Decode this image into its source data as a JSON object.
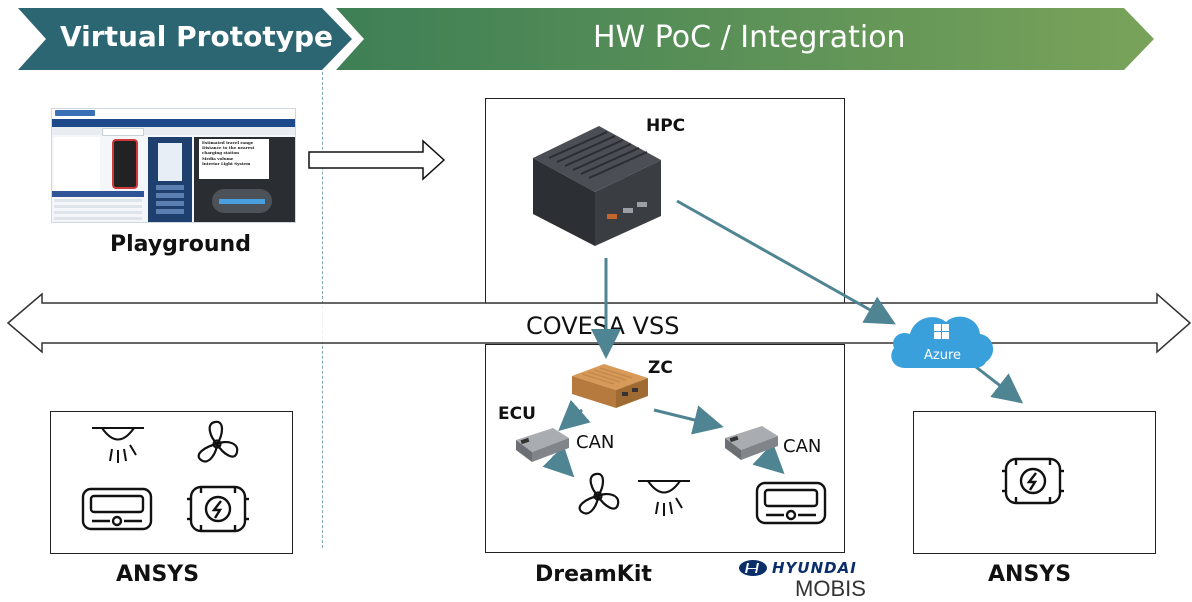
{
  "banner": {
    "left_label": "Virtual Prototype",
    "right_label": "HW PoC / Integration"
  },
  "playground": {
    "caption": "Playground",
    "screenshot_lines": [
      "Estimated travel range",
      "Distance to the nearest",
      "charging station",
      "Media volume",
      "Interior Light System"
    ]
  },
  "bus": {
    "label": "COVESA VSS"
  },
  "dreamkit": {
    "caption": "DreamKit",
    "hpc_label": "HPC",
    "zc_label": "ZC",
    "ecu_label": "ECU",
    "can_left": "CAN",
    "can_right": "CAN"
  },
  "cloud": {
    "label": "Azure"
  },
  "ansys_left": {
    "caption": "ANSYS"
  },
  "ansys_right": {
    "caption": "ANSYS"
  },
  "brand": {
    "line1": "HYUNDAI",
    "line2": "MOBIS"
  },
  "colors": {
    "banner_left": "#2d6673",
    "banner_right_start": "#3e7f55",
    "banner_right_end": "#79a35a",
    "arrow": "#4f8593",
    "cloud": "#3aa0dc"
  },
  "icons": [
    "light-icon",
    "fan-icon",
    "radio-icon",
    "motor-icon",
    "hpc-device-icon",
    "zc-device-icon",
    "ecu-module-icon",
    "cloud-icon",
    "windows-icon"
  ]
}
